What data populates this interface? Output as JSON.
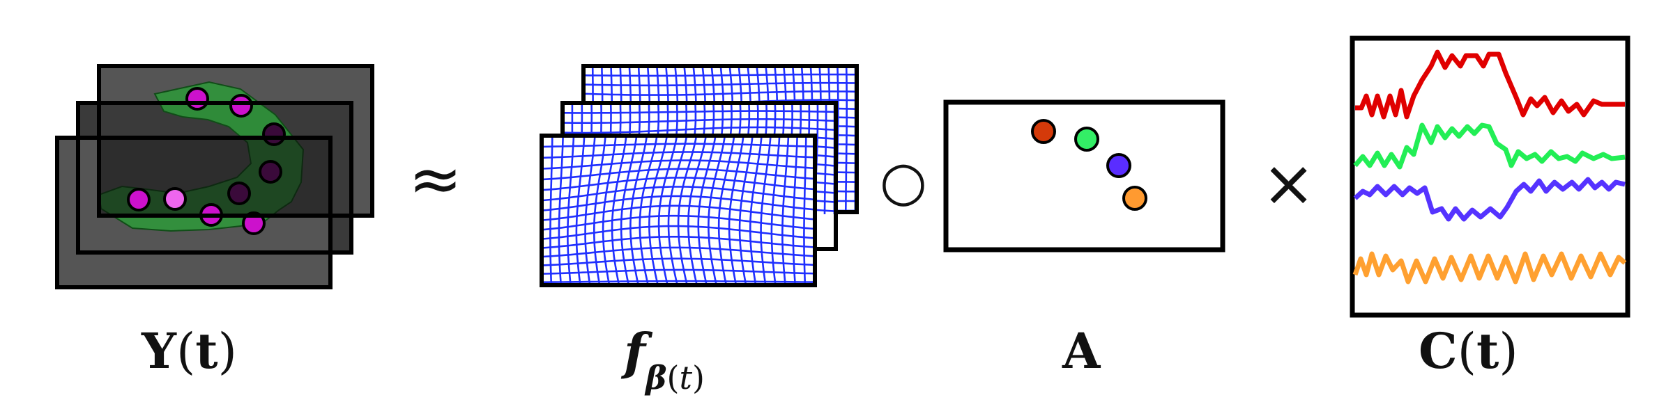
{
  "labels": {
    "Y": {
      "base": "Y",
      "open": "(",
      "arg": "t",
      "close": ")"
    },
    "f": {
      "base": "f",
      "sub_beta": "β",
      "sub_open": "(",
      "sub_arg": "t",
      "sub_close": ")"
    },
    "A": "A",
    "C": {
      "base": "C",
      "open": "(",
      "arg": "t",
      "close": ")"
    }
  },
  "operators": {
    "approx": "≈",
    "compose": "○",
    "times": "×"
  },
  "colors": {
    "frame_gray": "#555555",
    "frame_dark": "#1a1a1a",
    "cell_green": "#2e8b3a",
    "neuron_magenta": "#cc11cc",
    "neuron_pink": "#ee66ee",
    "neuron_dark": "#3a0a3a",
    "grid_blue": "#1f2fff",
    "trace_red": "#e00000",
    "trace_green": "#22ee55",
    "trace_purple": "#5533ff",
    "trace_orange": "#ffa030",
    "dot_red": "#d43a0a",
    "dot_green": "#33ee66",
    "dot_purple": "#5a2dff",
    "dot_orange": "#ff9a30"
  }
}
